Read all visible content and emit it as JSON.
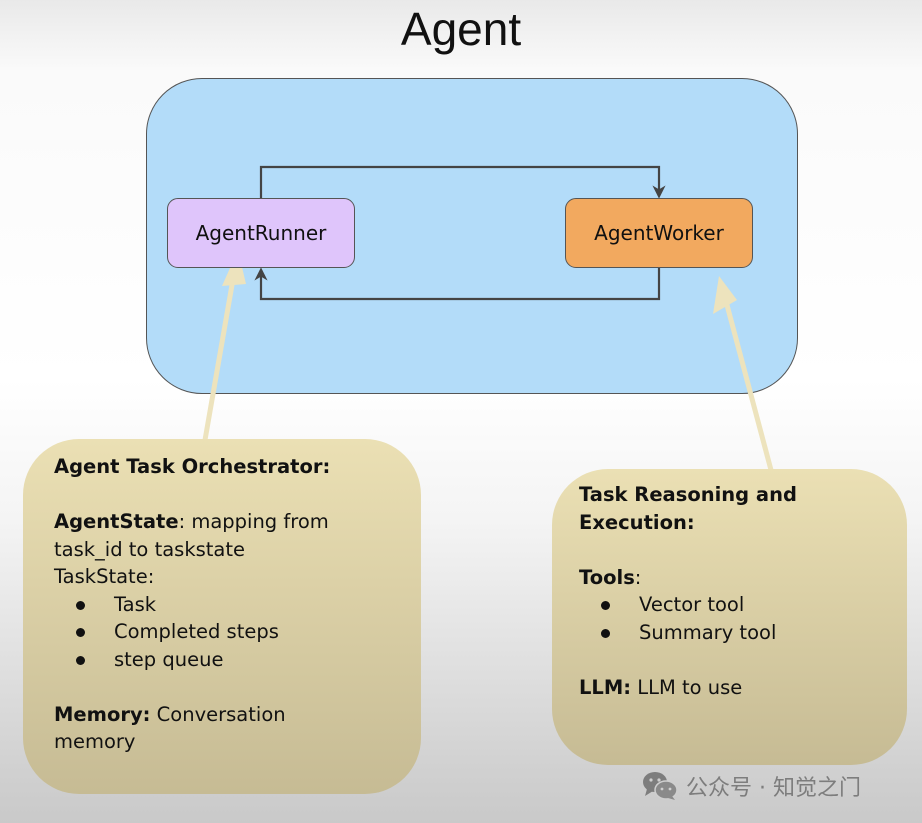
{
  "title": "Agent",
  "nodes": {
    "runner": {
      "label": "AgentRunner",
      "color": "#dfc5fb"
    },
    "worker": {
      "label": "AgentWorker",
      "color": "#f2a95f"
    }
  },
  "container_color": "#b3dcf9",
  "edges": [
    {
      "from": "AgentRunner",
      "to": "AgentWorker",
      "direction": "top-loop"
    },
    {
      "from": "AgentWorker",
      "to": "AgentRunner",
      "direction": "bottom-loop"
    }
  ],
  "callout_color": "#ebe0b4",
  "left_card": {
    "heading": "Agent Task Orchestrator:",
    "agentstate_label": "AgentState",
    "agentstate_text_line1": ": mapping from",
    "agentstate_text_line2": "task_id to taskstate",
    "taskstate_label": "TaskState:",
    "taskstate_items": [
      "Task",
      "Completed steps",
      "step queue"
    ],
    "memory_label": "Memory:",
    "memory_text_line1": " Conversation",
    "memory_text_line2": "memory"
  },
  "right_card": {
    "heading_line1": "Task Reasoning and",
    "heading_line2": "Execution:",
    "tools_label": "Tools",
    "tools_colon": ":",
    "tools_items": [
      "Vector tool",
      "Summary tool"
    ],
    "llm_label": "LLM:",
    "llm_text": " LLM to use"
  },
  "watermark": {
    "icon": "wechat-icon",
    "text": "公众号 · 知觉之门"
  }
}
